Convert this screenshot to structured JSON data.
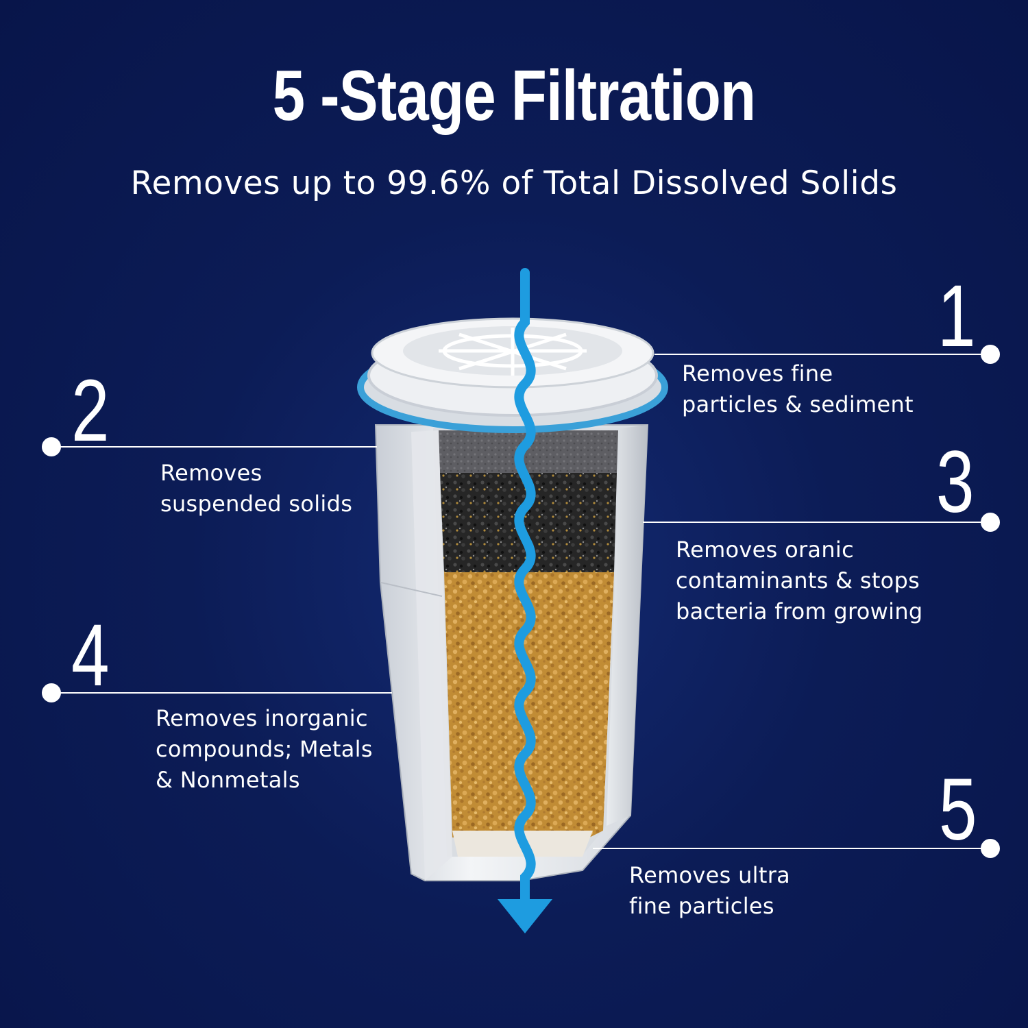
{
  "title": "5 -Stage Filtration",
  "subtitle": "Removes up to 99.6% of Total Dissolved Solids",
  "stages": [
    {
      "number": "1",
      "description": "Removes fine\nparticles & sediment"
    },
    {
      "number": "2",
      "description": "Removes\nsuspended solids"
    },
    {
      "number": "3",
      "description": "Removes oranic\ncontaminants & stops\nbacteria from growing"
    },
    {
      "number": "4",
      "description": "Removes inorganic\ncompounds; Metals\n& Nonmetals"
    },
    {
      "number": "5",
      "description": "Removes ultra\nfine particles"
    }
  ],
  "colors": {
    "background": "#0b1a4f",
    "flow_arrow": "#1e9ce0",
    "filter_ring": "#3aa0d8",
    "media_gold": "#c8963c",
    "media_black": "#2a2a2a"
  },
  "icons": {
    "flow": "water-flow-arrow",
    "filter": "filter-cartridge"
  }
}
